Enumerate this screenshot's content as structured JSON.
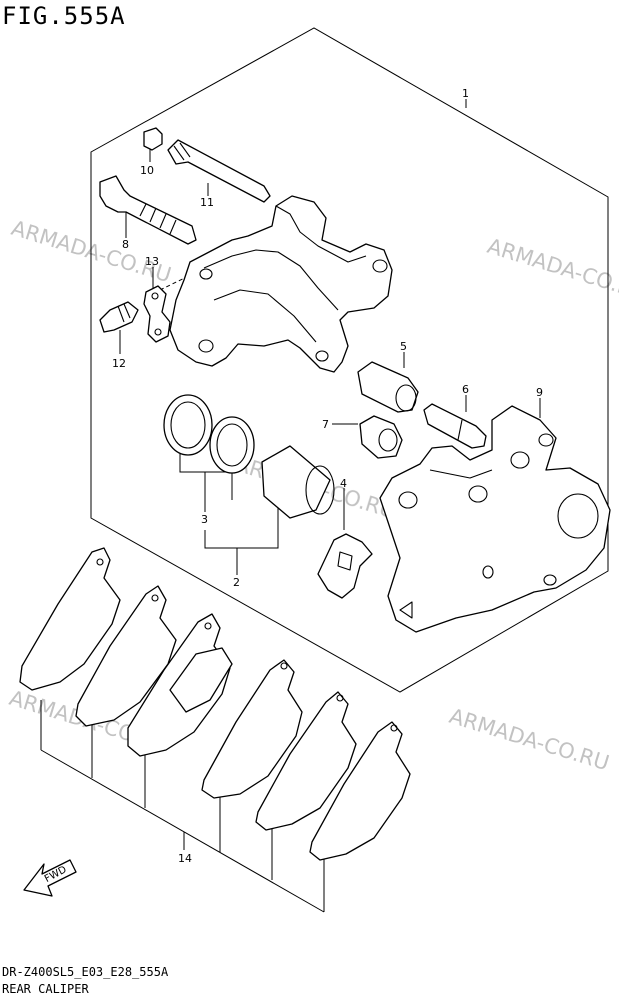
{
  "figure": {
    "title": "FIG.555A"
  },
  "footer": {
    "code": "DR-Z400SL5_E03_E28_555A",
    "name": "REAR CALIPER"
  },
  "watermark": "ARMADA-CO.RU",
  "fwd_label": "FWD",
  "callouts": [
    "1",
    "2",
    "3",
    "4",
    "5",
    "6",
    "7",
    "8",
    "9",
    "10",
    "11",
    "12",
    "13",
    "14"
  ]
}
